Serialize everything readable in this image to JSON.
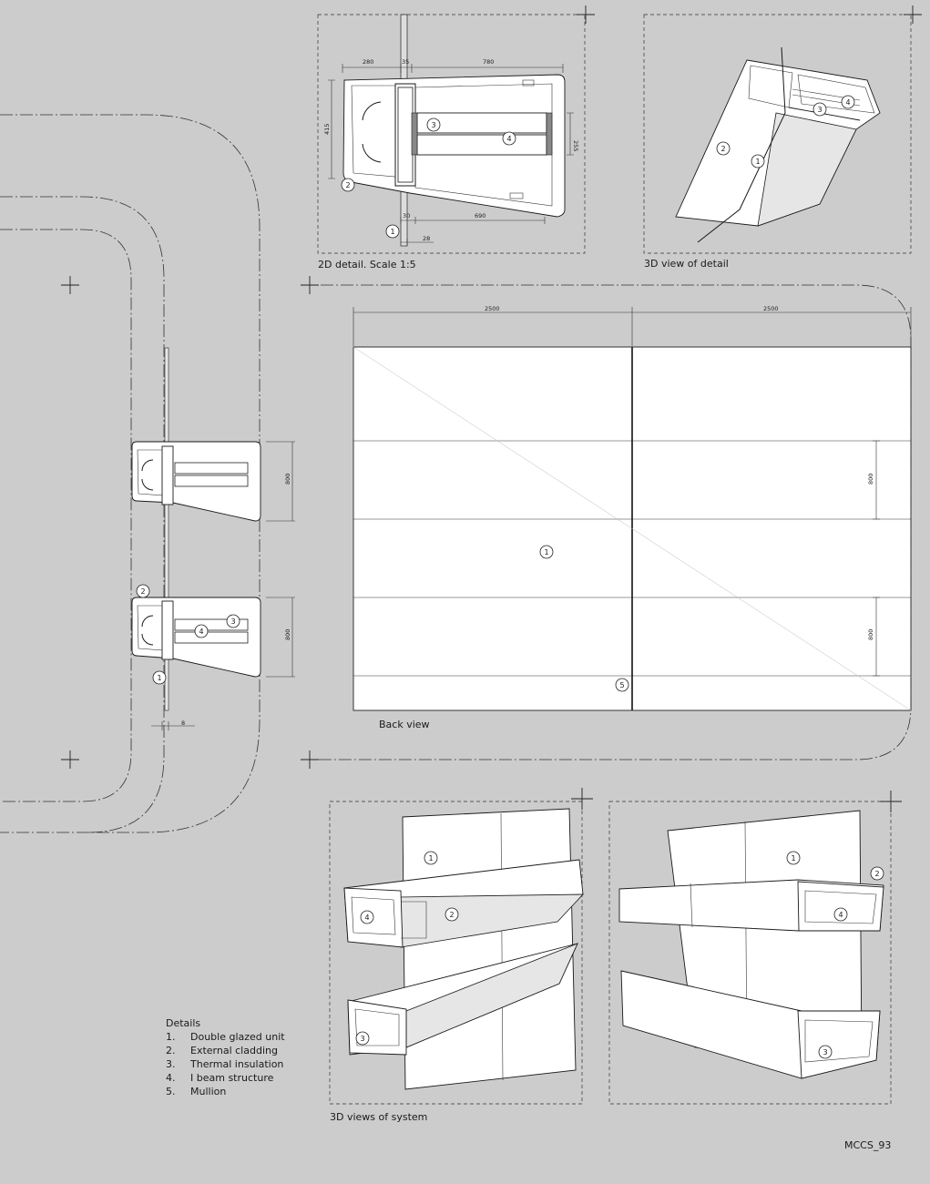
{
  "titles": {
    "detail_2d": "2D detail. Scale 1:5",
    "detail_3d": "3D view of detail",
    "back_view": "Back view",
    "system_3d": "3D views of system"
  },
  "dimensions": {
    "d280": "280",
    "d35": "35",
    "d780": "780",
    "d415": "415",
    "d255": "255",
    "d30": "30",
    "d690": "690",
    "d28": "28",
    "d2500a": "2500",
    "d2500b": "2500",
    "d800a": "800",
    "d800b": "800",
    "d800c": "800",
    "d800d": "800",
    "d8": "8"
  },
  "markers": {
    "m1": "1",
    "m2": "2",
    "m3": "3",
    "m4": "4",
    "m5": "5"
  },
  "legend": {
    "heading": "Details",
    "items": [
      {
        "num": "1.",
        "text": "Double glazed unit"
      },
      {
        "num": "2.",
        "text": "External cladding"
      },
      {
        "num": "3.",
        "text": "Thermal insulation"
      },
      {
        "num": "4.",
        "text": "I beam structure"
      },
      {
        "num": "5.",
        "text": "Mullion"
      }
    ]
  },
  "sheet_code": "MCCS_93"
}
